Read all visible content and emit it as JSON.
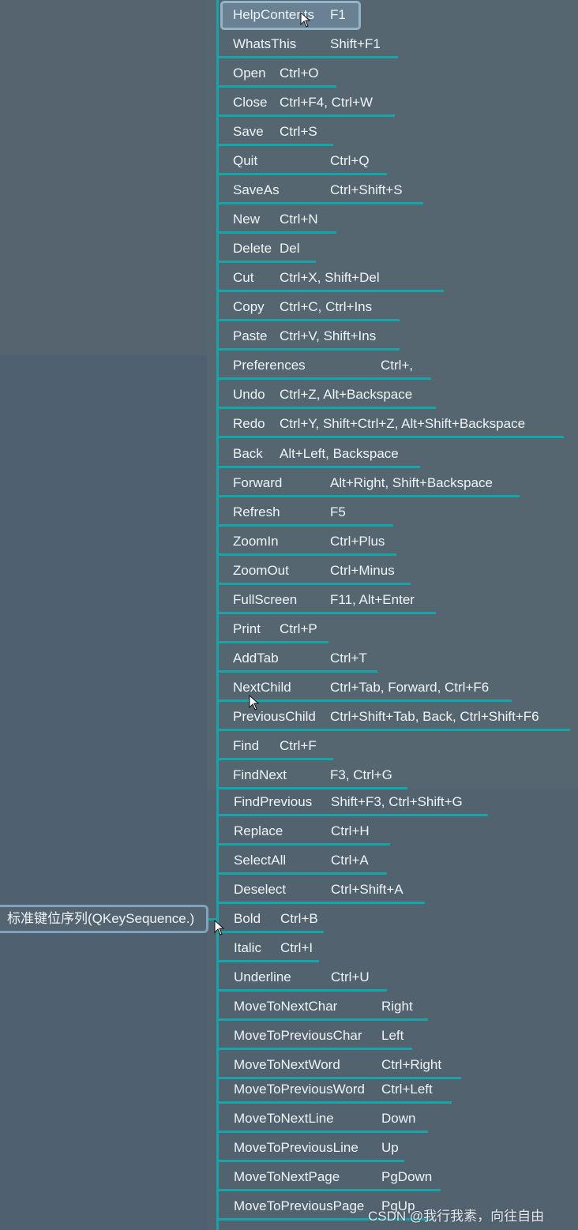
{
  "root_label": "标准键位序列(QKeySequence.)",
  "watermark": "CSDN @我行我素，向往自由",
  "items": [
    {
      "name": "HelpContents",
      "keys": "F1"
    },
    {
      "name": "WhatsThis",
      "keys": "Shift+F1"
    },
    {
      "name": "Open",
      "keys": "Ctrl+O"
    },
    {
      "name": "Close",
      "keys": "Ctrl+F4, Ctrl+W"
    },
    {
      "name": "Save",
      "keys": "Ctrl+S"
    },
    {
      "name": "Quit",
      "keys": "Ctrl+Q"
    },
    {
      "name": "SaveAs",
      "keys": "Ctrl+Shift+S"
    },
    {
      "name": "New",
      "keys": "Ctrl+N"
    },
    {
      "name": "Delete",
      "keys": "Del"
    },
    {
      "name": "Cut",
      "keys": "Ctrl+X, Shift+Del"
    },
    {
      "name": "Copy",
      "keys": "Ctrl+C, Ctrl+Ins"
    },
    {
      "name": "Paste",
      "keys": "Ctrl+V, Shift+Ins"
    },
    {
      "name": "Preferences",
      "keys": "Ctrl+,"
    },
    {
      "name": "Undo",
      "keys": "Ctrl+Z, Alt+Backspace"
    },
    {
      "name": "Redo",
      "keys": "Ctrl+Y, Shift+Ctrl+Z, Alt+Shift+Backspace"
    },
    {
      "name": "Back",
      "keys": "Alt+Left, Backspace"
    },
    {
      "name": "Forward",
      "keys": "Alt+Right, Shift+Backspace"
    },
    {
      "name": "Refresh",
      "keys": "F5"
    },
    {
      "name": "ZoomIn",
      "keys": "Ctrl+Plus"
    },
    {
      "name": "ZoomOut",
      "keys": "Ctrl+Minus"
    },
    {
      "name": "FullScreen",
      "keys": "F11, Alt+Enter"
    },
    {
      "name": "Print",
      "keys": "Ctrl+P"
    },
    {
      "name": "AddTab",
      "keys": "Ctrl+T"
    },
    {
      "name": "NextChild",
      "keys": "Ctrl+Tab, Forward, Ctrl+F6"
    },
    {
      "name": "PreviousChild",
      "keys": "Ctrl+Shift+Tab, Back, Ctrl+Shift+F6"
    },
    {
      "name": "Find",
      "keys": "Ctrl+F"
    },
    {
      "name": "FindNext",
      "keys": "F3, Ctrl+G"
    },
    {
      "name": "FindPrevious",
      "keys": "Shift+F3, Ctrl+Shift+G"
    },
    {
      "name": "Replace",
      "keys": "Ctrl+H"
    },
    {
      "name": "SelectAll",
      "keys": "Ctrl+A"
    },
    {
      "name": "Deselect",
      "keys": "Ctrl+Shift+A"
    },
    {
      "name": "Bold",
      "keys": "Ctrl+B"
    },
    {
      "name": "Italic",
      "keys": "Ctrl+I"
    },
    {
      "name": "Underline",
      "keys": "Ctrl+U"
    },
    {
      "name": "MoveToNextChar",
      "keys": "Right"
    },
    {
      "name": "MoveToPreviousChar",
      "keys": "Left"
    },
    {
      "name": "MoveToNextWord",
      "keys": "Ctrl+Right"
    },
    {
      "name": "MoveToPreviousWord",
      "keys": "Ctrl+Left"
    },
    {
      "name": "MoveToNextLine",
      "keys": "Down"
    },
    {
      "name": "MoveToPreviousLine",
      "keys": "Up"
    },
    {
      "name": "MoveToNextPage",
      "keys": "PgDown"
    },
    {
      "name": "MoveToPreviousPage",
      "keys": "PgUp"
    }
  ]
}
